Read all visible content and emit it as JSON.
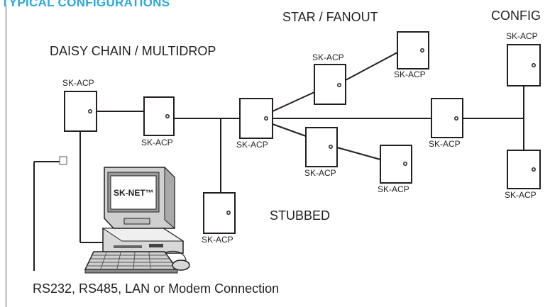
{
  "heading": "TYPICAL CONFIGURATIONS",
  "sections": {
    "star": "STAR / FANOUT",
    "config": "CONFIG",
    "daisy": "DAISY CHAIN / MULTIDROP",
    "stubbed": "STUBBED"
  },
  "device_label": "SK-ACP",
  "computer_label": "SK-NET™",
  "connection_note": "RS232, RS485, LAN or Modem Connection",
  "colors": {
    "heading": "#2aa7dc",
    "line": "#231f20",
    "device_fill": "#ffffff"
  },
  "icons": [
    "desktop-computer-icon",
    "keyboard-icon",
    "mouse-icon",
    "connector-icon"
  ]
}
